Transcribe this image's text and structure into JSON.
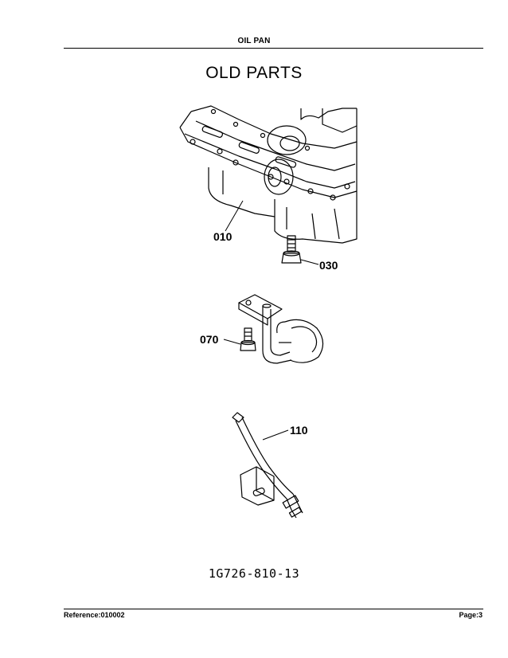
{
  "header": {
    "title": "OIL PAN"
  },
  "main_title": "OLD PARTS",
  "callouts": {
    "oil_pan": "010",
    "bolt": "030",
    "strainer_bolt": "070",
    "dipstick_guide": "110"
  },
  "part_code": "1G726-810-13",
  "footer": {
    "reference": "Reference:010002",
    "page": "Page:3"
  }
}
